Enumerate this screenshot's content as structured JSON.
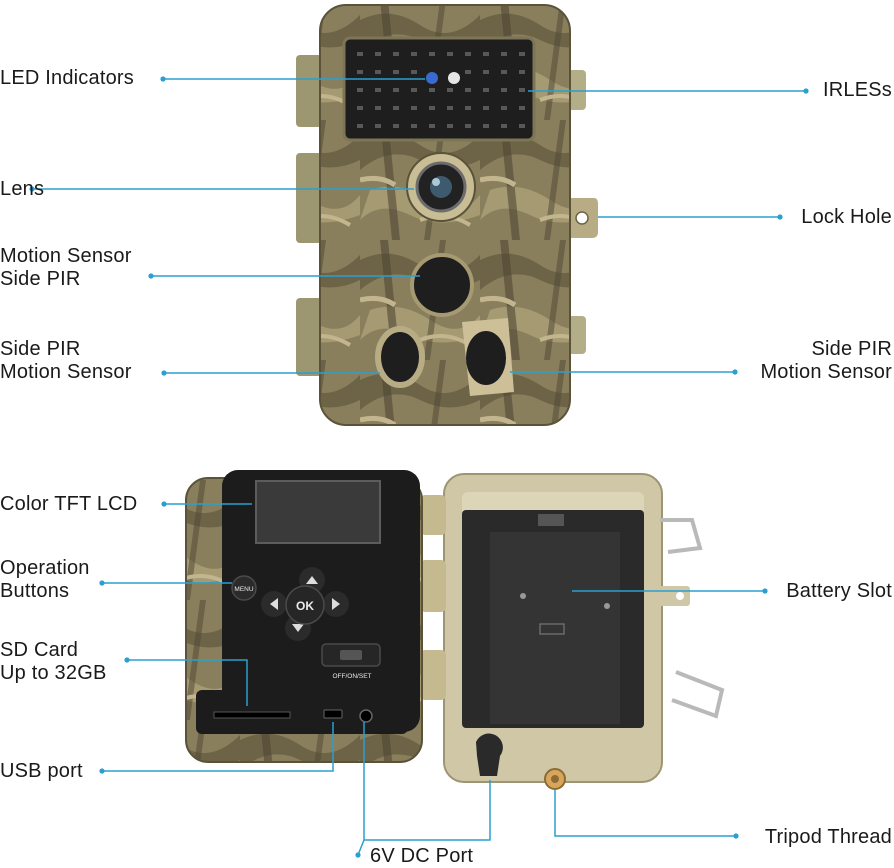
{
  "colors": {
    "leader_line": "#2a9fd0",
    "camo_base": "#8a7f5c",
    "camo_dark": "#4e4634",
    "lid_beige": "#cfc7a6",
    "panel_black": "#1c1c1c"
  },
  "labels": {
    "led_indicators": "LED Indicators",
    "lens": "Lens",
    "motion_sensor_side_pir_center": "Motion Sensor\nSide PIR",
    "side_pir_left": "Side PIR\nMotion Sensor",
    "irless": "IRLESs",
    "lock_hole": "Lock Hole",
    "side_pir_right": "Side PIR\nMotion Sensor",
    "color_tft_lcd": "Color TFT LCD",
    "operation_buttons": "Operation\nButtons",
    "sd_card": "SD Card\nUp to 32GB",
    "usb_port": "USB port",
    "dc_port": "6V DC Port",
    "battery_slot": "Battery Slot",
    "tripod_thread": "Tripod Thread"
  },
  "device_markings": {
    "menu_button": "MENU",
    "ok_button": "OK",
    "power_switch": "OFF/ON/SET"
  },
  "icons": [
    "camera-lens-icon",
    "pir-sensor-icon",
    "arrow-up-icon",
    "arrow-down-icon",
    "arrow-left-icon",
    "arrow-right-icon",
    "battery-icon",
    "keyhole-icon"
  ]
}
